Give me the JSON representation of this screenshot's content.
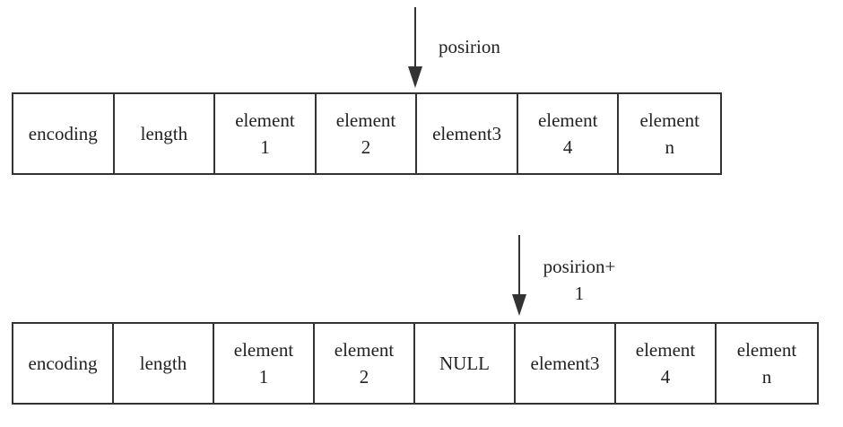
{
  "row_before": {
    "pointer_label": "posirion",
    "cells": [
      "encoding",
      "length",
      "element\n1",
      "element\n2",
      "element3",
      "element\n4",
      "element\nn"
    ]
  },
  "row_after": {
    "pointer_label": "posirion+\n1",
    "cells": [
      "encoding",
      "length",
      "element\n1",
      "element\n2",
      "NULL",
      "element3",
      "element\n4",
      "element\nn"
    ]
  },
  "colors": {
    "stroke": "#333333",
    "text": "#222222"
  },
  "icons": {
    "pointer": "arrow-down-icon"
  }
}
